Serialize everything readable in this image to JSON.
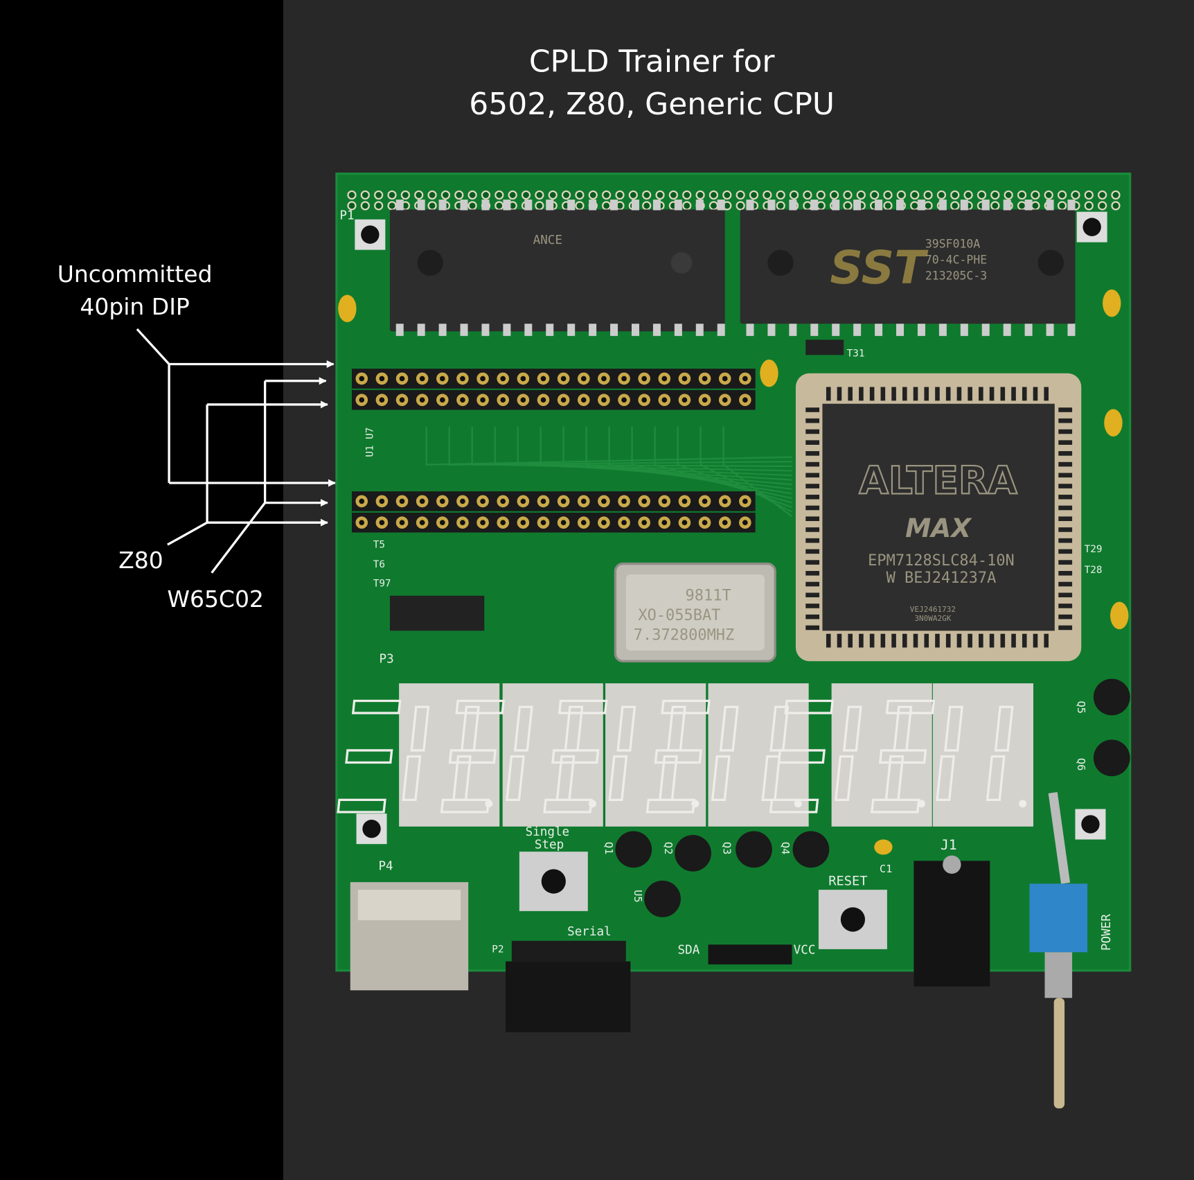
{
  "title": {
    "line1": "CPLD Trainer for",
    "line2": "6502, Z80, Generic CPU"
  },
  "annotations": {
    "uncommitted_line1": "Uncommitted",
    "uncommitted_line2": "40pin DIP",
    "z80": "Z80",
    "w65c02": "W65C02"
  },
  "chips": {
    "sram": {
      "brand": "ANCE"
    },
    "flash": {
      "logo": "SST",
      "line1": "39SF010A",
      "line2": "70-4C-PHE",
      "line3": "213205C-3"
    },
    "cpld": {
      "brand": "ALTERA",
      "family": "MAX",
      "part": "EPM7128SLC84-10N",
      "lot": "W BEJ241237A",
      "code1": "VEJ2461732",
      "code2": "3N0WA2GK"
    },
    "oscillator": {
      "line1": "9811T",
      "line2": "XO-055BAT",
      "line3": "7.372800MHZ"
    }
  },
  "silkscreen": {
    "p1": "P1",
    "p2": "P2",
    "p3": "P3",
    "p4": "P4",
    "j1": "J1",
    "t31": "T31",
    "u1u7": "U1 U7",
    "t5": "T5",
    "t6": "T6",
    "t97": "T97",
    "t29": "T29",
    "t28": "T28",
    "q5": "Q5",
    "q6": "Q6",
    "q1": "Q1",
    "q2": "Q2",
    "q3": "Q3",
    "q4": "Q4",
    "u5": "U5",
    "c1": "C1",
    "reset": "RESET",
    "single": "Single",
    "step": "Step",
    "serial": "Serial",
    "sda": "SDA",
    "vcc": "VCC",
    "power": "POWER"
  },
  "colors": {
    "pcb": "#0f7a2e",
    "background": "#262626",
    "panel": "#000000"
  }
}
